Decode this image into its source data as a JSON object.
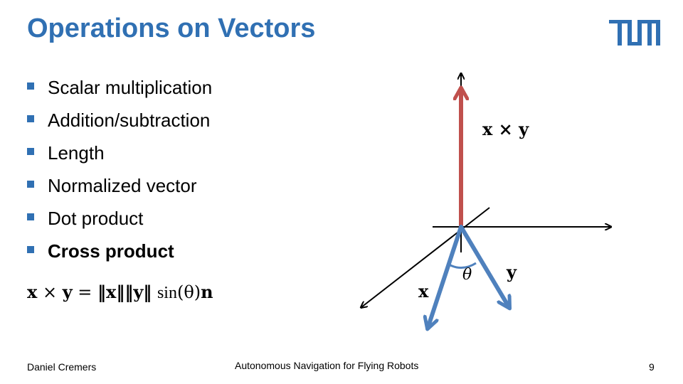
{
  "slide": {
    "title": "Operations on Vectors",
    "bullets": [
      {
        "label": "Scalar multiplication",
        "bold": false
      },
      {
        "label": "Addition/subtraction",
        "bold": false
      },
      {
        "label": "Length",
        "bold": false
      },
      {
        "label": "Normalized vector",
        "bold": false
      },
      {
        "label": "Dot product",
        "bold": false
      },
      {
        "label": "Cross product",
        "bold": true
      }
    ],
    "formula": {
      "lhs_x": "x",
      "times": "×",
      "lhs_y": "y",
      "equals": "=",
      "norm_x": "‖x‖",
      "norm_y": "‖y‖",
      "sin": "sin",
      "theta": "(θ)",
      "n": "n"
    },
    "diagram": {
      "cross_label": "x × y",
      "x_label": "x",
      "y_label": "y",
      "theta_label": "θ",
      "cross_color": "#c0504d",
      "vector_color": "#4f81bd",
      "axis_color": "#000000"
    },
    "footer": {
      "author": "Daniel Cremers",
      "course": "Autonomous Navigation for Flying Robots",
      "page": "9"
    },
    "brand": {
      "accent": "#3070b3",
      "logo": "TUM logo"
    }
  }
}
